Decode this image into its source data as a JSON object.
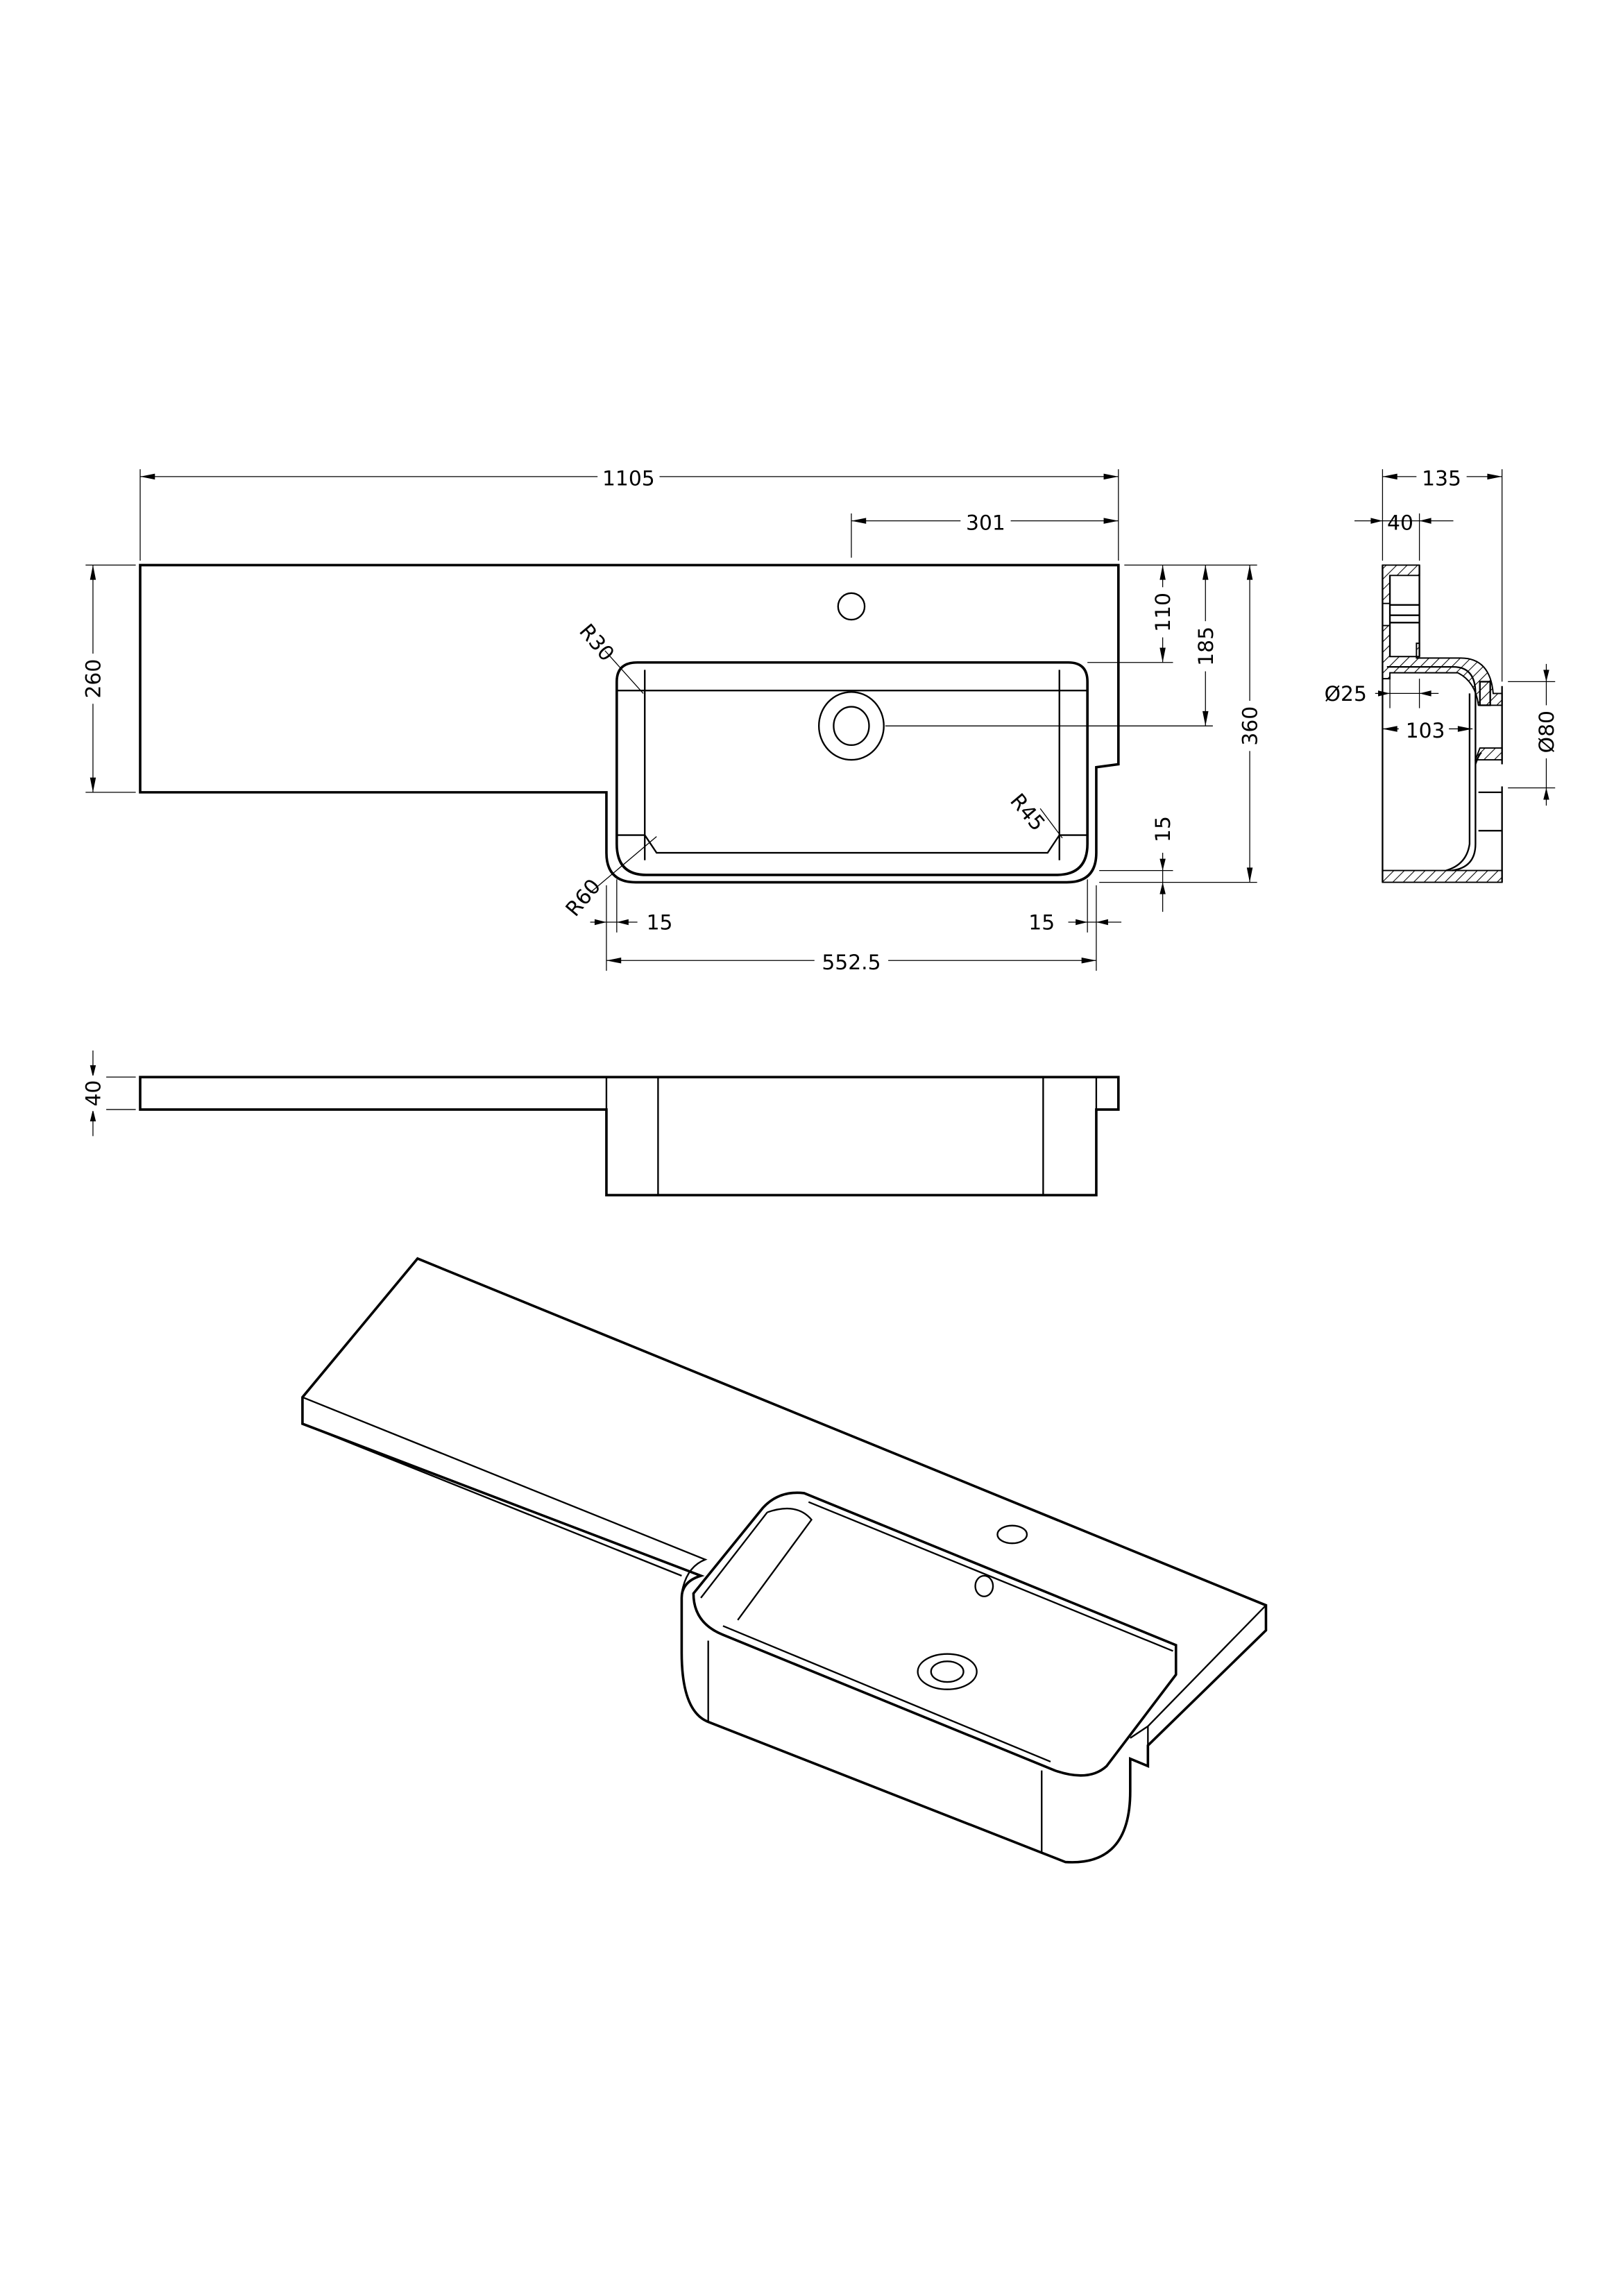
{
  "plan_view": {
    "overall_length": "1105",
    "tap_hole_offset": "301",
    "depth_left": "260",
    "tap_to_bowl": "110",
    "waste_offset": "185",
    "overall_depth": "360",
    "rim_drop": "15",
    "bowl_margin_left": "15",
    "bowl_margin_right": "15",
    "bowl_width": "552.5",
    "radius_top_left": "R30",
    "radius_bottom_right": "R45",
    "radius_bottom_left": "R60"
  },
  "section_view": {
    "overall_depth": "135",
    "top_thickness": "40",
    "waste_diameter": "Ø25",
    "bowl_depth": "103",
    "overflow_diameter": "Ø80"
  },
  "front_view": {
    "slab_thickness": "40"
  },
  "colors": {
    "line": "#000000",
    "background": "#ffffff"
  }
}
